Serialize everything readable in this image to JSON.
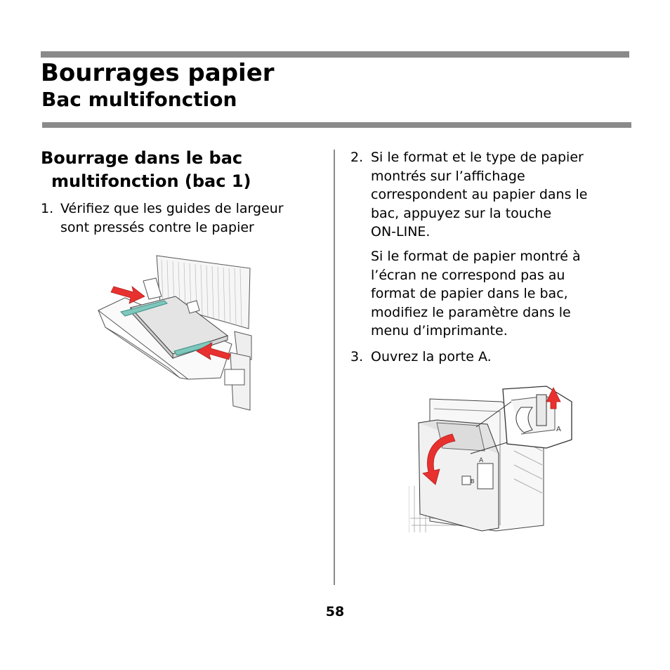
{
  "header": {
    "title": "Bourrages papier",
    "subtitle": "Bac multifonction"
  },
  "left_column": {
    "heading_line1": "Bourrage dans le bac",
    "heading_line2": "multifonction (bac 1)",
    "step1": {
      "number": "1.",
      "line1": "Vérifiez que les guides de largeur",
      "line2": "sont pressés contre le papier"
    }
  },
  "right_column": {
    "step2": {
      "number": "2.",
      "line1": "Si le format et le type de papier",
      "line2": "montrés sur l’affichage",
      "line3": "correspondent au papier dans le",
      "line4": "bac, appuyez sur la touche",
      "line5": "ON-LINE."
    },
    "step2_note": {
      "line1": "Si le format de papier montré à",
      "line2": "l’écran ne correspond pas au",
      "line3": "format de papier dans le bac,",
      "line4": "modifiez le paramètre dans le",
      "line5": "menu d’imprimante."
    },
    "step3": {
      "number": "3.",
      "line1": "Ouvrez la porte A."
    },
    "door_labels": {
      "door_a": "A",
      "door_b": "B"
    }
  },
  "footer": {
    "page_number": "58"
  },
  "colors": {
    "rule_gray": "#8a8a8a",
    "arrow_red": "#e8312f",
    "guide_teal": "#7fc7bd"
  }
}
